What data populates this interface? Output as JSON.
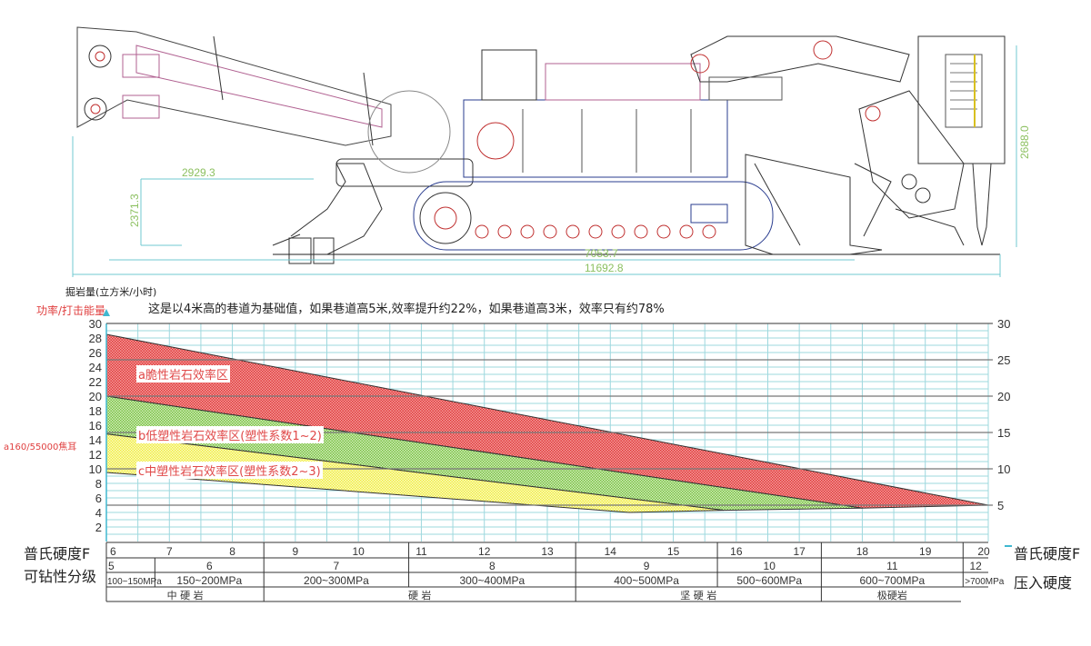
{
  "drawing": {
    "dimensions": [
      "2929.3",
      "2371.3",
      "7053.7",
      "11692.8",
      "2688.0"
    ]
  },
  "chart_header": {
    "y_unit_label": "掘岩量(立方米/小时)",
    "note": "这是以4米高的巷道为基础值，如果巷道高5米,效率提升约22%，如果巷道高3米，效率只有约78%",
    "left_axis_title": "功率/打击能量",
    "left_axis_marker": "a160/55000焦耳"
  },
  "zones": [
    {
      "label": "a脆性岩石效率区",
      "color": "#e85050"
    },
    {
      "label": "b低塑性岩石效率区(塑性系数1~2)",
      "color": "#8cc850"
    },
    {
      "label": "c中塑性岩石效率区(塑性系数2~3)",
      "color": "#f0f050"
    }
  ],
  "table": {
    "row1_label": "普氏硬度F",
    "row2_label": "可钻性分级",
    "row3_label": "压入硬度",
    "right_f_label": "普氏硬度F",
    "drillability": [
      {
        "grade": "5",
        "pressure": "100~150MPa"
      },
      {
        "grade": "6",
        "pressure": "150~200MPa"
      },
      {
        "grade": "7",
        "pressure": "200~300MPa"
      },
      {
        "grade": "8",
        "pressure": "300~400MPa"
      },
      {
        "grade": "9",
        "pressure": "400~500MPa"
      },
      {
        "grade": "10",
        "pressure": "500~600MPa"
      },
      {
        "grade": "11",
        "pressure": "600~700MPa"
      },
      {
        "grade": "12",
        "pressure": ">700MPa"
      }
    ],
    "rock_classes": [
      "中 硬 岩",
      "硬    岩",
      "坚 硬 岩",
      "极硬岩"
    ]
  },
  "chart_data": {
    "type": "area",
    "xlabel": "普氏硬度F",
    "ylabel": "掘岩量(立方米/小时)",
    "x_ticks": [
      6,
      7,
      8,
      9,
      10,
      11,
      12,
      13,
      14,
      15,
      16,
      17,
      18,
      19,
      20
    ],
    "xlim": [
      6,
      20
    ],
    "ylim": [
      0,
      30
    ],
    "left_y_ticks": [
      2,
      4,
      6,
      8,
      10,
      12,
      14,
      16,
      18,
      20,
      22,
      24,
      26,
      28,
      30
    ],
    "right_y_ticks": [
      5,
      10,
      15,
      20,
      25,
      30
    ],
    "grid": true,
    "series": [
      {
        "name": "a脆性岩石效率区",
        "upper": [
          [
            6,
            28.5
          ],
          [
            20,
            5
          ]
        ],
        "lower": [
          [
            6,
            20
          ],
          [
            18,
            4.6
          ],
          [
            20,
            5
          ]
        ]
      },
      {
        "name": "b低塑性岩石效率区(塑性系数1~2)",
        "upper": [
          [
            6,
            20
          ],
          [
            18,
            4.6
          ]
        ],
        "lower": [
          [
            6,
            14.8
          ],
          [
            15.8,
            4.3
          ],
          [
            18,
            4.6
          ]
        ]
      },
      {
        "name": "c中塑性岩石效率区(塑性系数2~3)",
        "upper": [
          [
            6,
            14.8
          ],
          [
            15.8,
            4.3
          ]
        ],
        "lower": [
          [
            6,
            9.5
          ],
          [
            14.3,
            4
          ],
          [
            15.8,
            4.3
          ]
        ]
      }
    ]
  }
}
